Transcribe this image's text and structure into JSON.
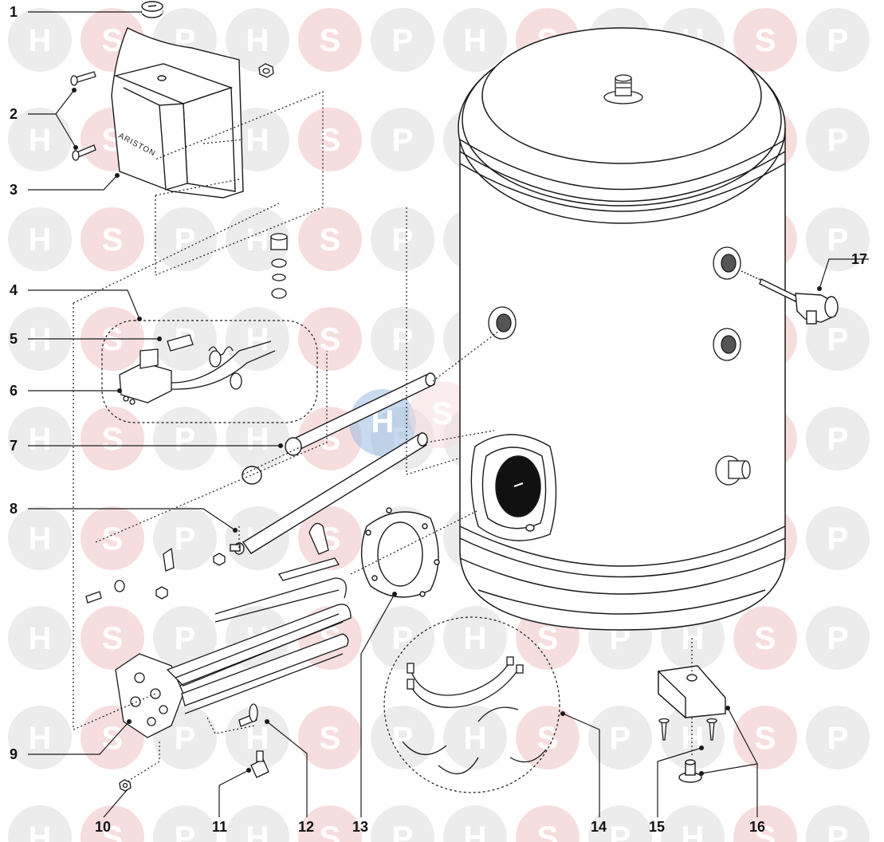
{
  "diagram": {
    "callouts": [
      "1",
      "2",
      "3",
      "4",
      "5",
      "6",
      "7",
      "8",
      "9",
      "10",
      "11",
      "12",
      "13",
      "14",
      "15",
      "16",
      "17"
    ],
    "brand_label": "ARISTON",
    "watermark": [
      "H",
      "S",
      "P"
    ],
    "colors": {
      "line": "#1a1a1a",
      "watermark_red": "#f7dede",
      "watermark_gray": "#ececec",
      "watermark_blue": "#9bbbe3",
      "background": "#ffffff"
    }
  }
}
